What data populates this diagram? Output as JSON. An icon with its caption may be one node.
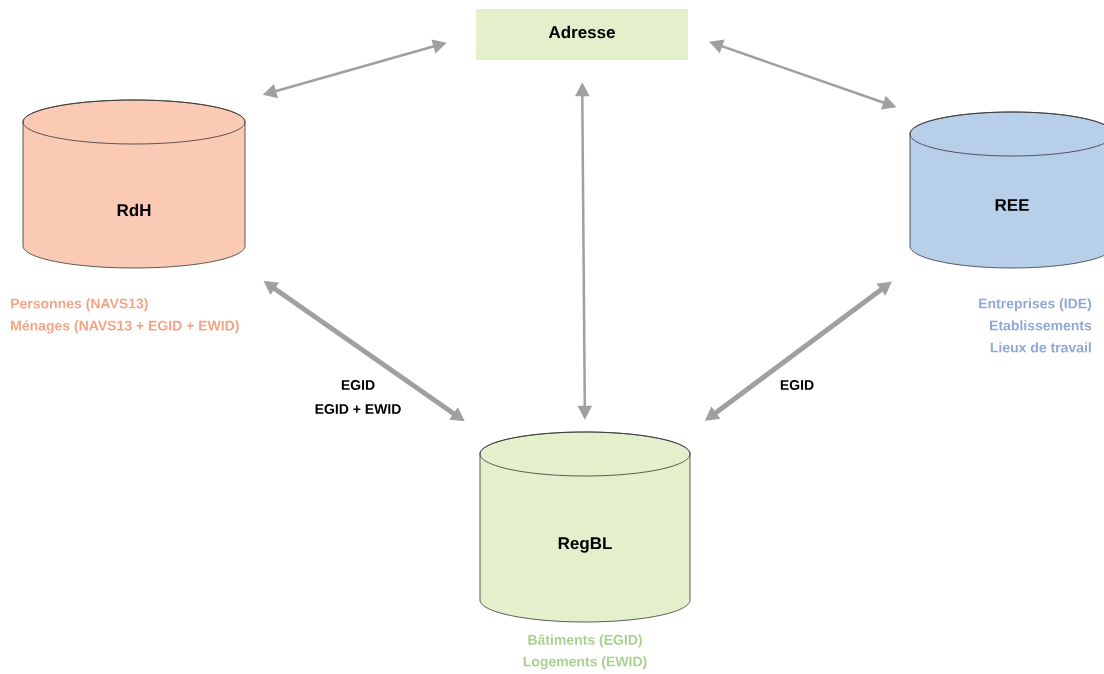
{
  "diagram": {
    "nodes": [
      {
        "text": [
          "Adresse"
        ]
      },
      {
        "text": [
          "RdH"
        ],
        "beside": [
          "Personnes (NAVS13)",
          "Ménages (NAVS13 + EGID + EWID)"
        ]
      },
      {
        "text": [
          "REE"
        ],
        "beside": [
          "Entreprises (IDE)",
          "Etablissements",
          "Lieux de travail"
        ]
      },
      {
        "text": [
          "RegBL"
        ],
        "beside": [
          "Bâtiments (EGID)",
          "Logements (EWID)"
        ]
      }
    ],
    "edges": [
      {
        "from": 0,
        "to": 1,
        "arrow": "both"
      },
      {
        "from": 0,
        "to": 2,
        "arrow": "both"
      },
      {
        "from": 0,
        "to": 3,
        "arrow": "both"
      },
      {
        "from": 1,
        "to": 3,
        "arrow": "both",
        "style": "thick",
        "label": "EGID"
      },
      {
        "from": 2,
        "to": 3,
        "arrow": "both",
        "style": "thick",
        "label": "EGID"
      }
    ],
    "labels": [
      "EGID + EWID"
    ]
  }
}
